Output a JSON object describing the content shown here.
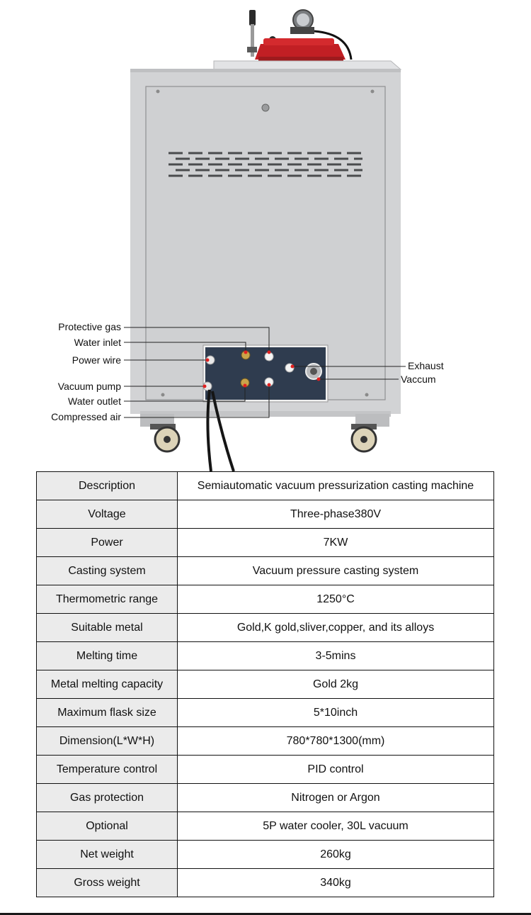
{
  "callouts": {
    "protective_gas": "Protective gas",
    "water_inlet": "Water inlet",
    "power_wire": "Power wire",
    "vacuum_pump": "Vacuum pump",
    "water_outlet": "Water outlet",
    "compressed_air": "Compressed air",
    "exhaust": "Exhaust",
    "vaccum": "Vaccum"
  },
  "colors": {
    "callout_line": "#e02020",
    "cabinet": "#d2d3d5",
    "lid": "#c21f24"
  },
  "specs": [
    {
      "label": "Description",
      "value": "Semiautomatic vacuum pressurization casting machine"
    },
    {
      "label": "Voltage",
      "value": "Three-phase380V"
    },
    {
      "label": "Power",
      "value": "7KW"
    },
    {
      "label": "Casting system",
      "value": "Vacuum pressure casting system"
    },
    {
      "label": "Thermometric range",
      "value": "1250°C"
    },
    {
      "label": "Suitable metal",
      "value": "Gold,K gold,sliver,copper, and its alloys"
    },
    {
      "label": "Melting time",
      "value": "3-5mins"
    },
    {
      "label": "Metal melting capacity",
      "value": "Gold  2kg"
    },
    {
      "label": "Maximum flask size",
      "value": "5*10inch"
    },
    {
      "label": "Dimension(L*W*H)",
      "value": "780*780*1300(mm)"
    },
    {
      "label": "Temperature control",
      "value": "PID control"
    },
    {
      "label": "Gas protection",
      "value": "Nitrogen or  Argon"
    },
    {
      "label": "Optional",
      "value": "5P water cooler, 30L vacuum"
    },
    {
      "label": "Net weight",
      "value": "260kg"
    },
    {
      "label": "Gross weight",
      "value": "340kg"
    }
  ]
}
